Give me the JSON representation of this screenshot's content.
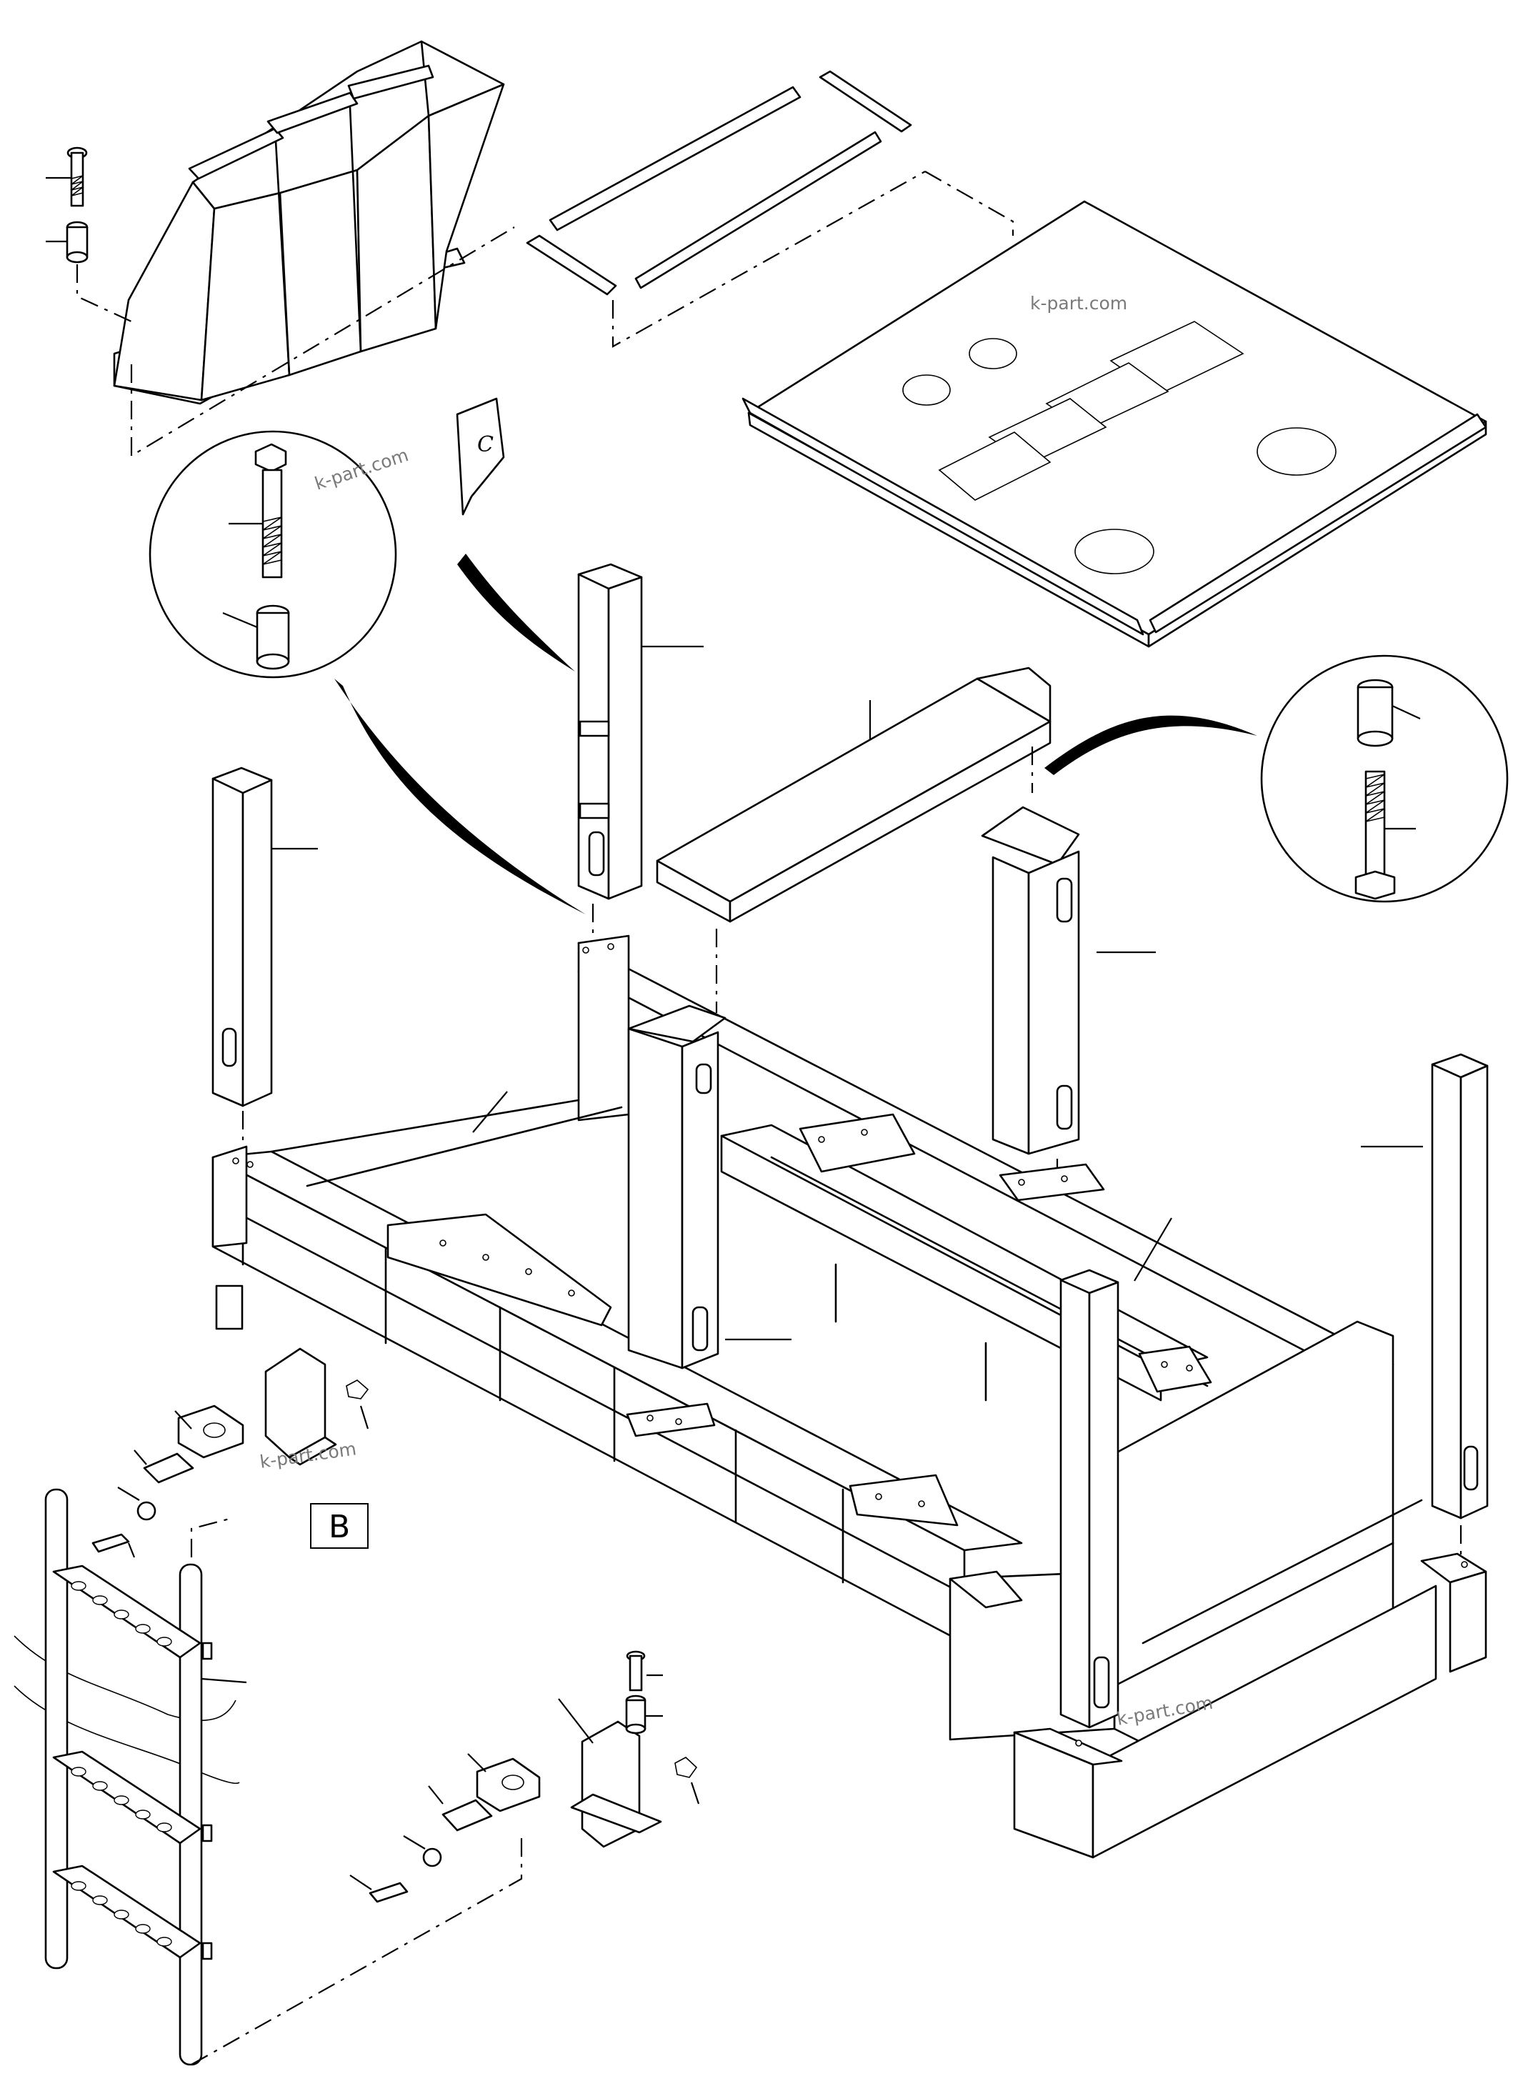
{
  "diagram": {
    "view_label": "B",
    "watermark_text": "k-part.com",
    "tag_letter": "C",
    "line_color": "#000000",
    "background_color": "#ffffff"
  }
}
